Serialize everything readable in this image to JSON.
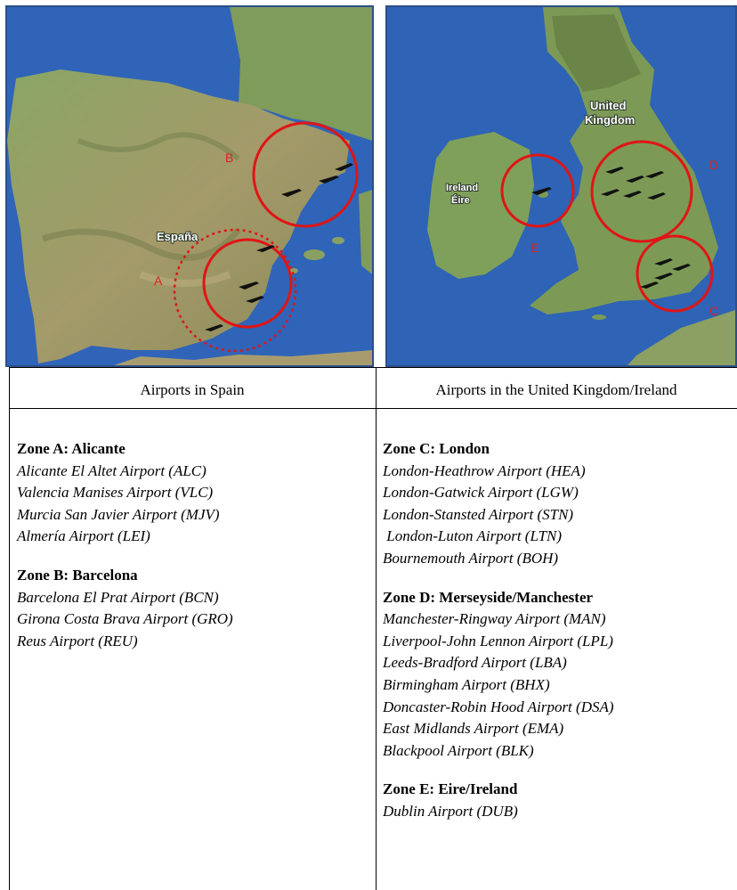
{
  "maps": {
    "spain": {
      "country_label": "España",
      "zones": [
        "A",
        "B"
      ]
    },
    "uk": {
      "country_label_line1": "United",
      "country_label_line2": "Kingdom",
      "ireland_label_line1": "Ireland",
      "ireland_label_line2": "Éire",
      "zones": [
        "C",
        "D",
        "E"
      ]
    },
    "colors": {
      "sea": "#2f64b8",
      "land": "#7e9a58",
      "zone_circle": "#e01515"
    }
  },
  "headers": {
    "spain": "Airports in Spain",
    "uk": "Airports in the United Kingdom/Ireland"
  },
  "spain_zones": [
    {
      "title": "Zone A: Alicante",
      "airports": [
        "Alicante El Altet Airport (ALC)",
        "Valencia Manises Airport (VLC)",
        "Murcia San Javier Airport (MJV)",
        "Almería Airport (LEI)"
      ]
    },
    {
      "title": "Zone B: Barcelona",
      "airports": [
        "Barcelona El Prat Airport (BCN)",
        "Girona Costa Brava Airport (GRO)",
        "Reus Airport (REU)"
      ]
    }
  ],
  "uk_zones": [
    {
      "title": "Zone C: London",
      "airports": [
        "London-Heathrow Airport (HEA)",
        "London-Gatwick Airport (LGW)",
        "London-Stansted Airport (STN)",
        " London-Luton Airport (LTN)",
        "Bournemouth Airport (BOH)"
      ]
    },
    {
      "title": "Zone D: Merseyside/Manchester",
      "airports": [
        "Manchester-Ringway Airport (MAN)",
        "Liverpool-John Lennon Airport (LPL)",
        "Leeds-Bradford Airport (LBA)",
        "Birmingham Airport (BHX)",
        "Doncaster-Robin Hood Airport (DSA)",
        "East Midlands Airport (EMA)",
        "Blackpool Airport (BLK)"
      ]
    },
    {
      "title": "Zone E: Eire/Ireland",
      "airports": [
        "Dublin Airport (DUB)"
      ]
    }
  ]
}
